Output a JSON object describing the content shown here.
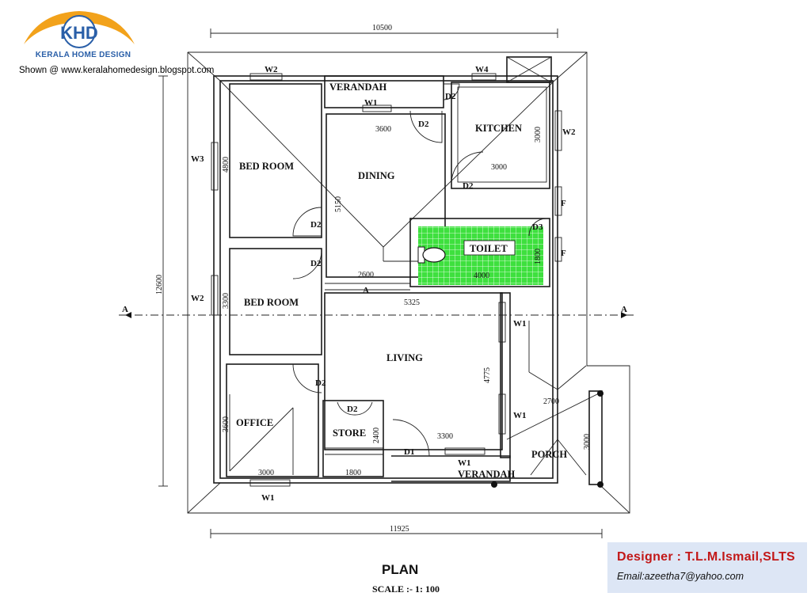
{
  "header": {
    "logo_letters": "KHD",
    "logo_subtitle": "KERALA HOME DESIGN",
    "shown_at": "Shown @  www.keralahomedesign.blogspot.com"
  },
  "rooms": {
    "verandah_top": "VERANDAH",
    "kitchen": "KITCHEN",
    "bed_room_1": "BED ROOM",
    "dining": "DINING",
    "toilet": "TOILET",
    "bed_room_2": "BED ROOM",
    "living": "LIVING",
    "office": "OFFICE",
    "store": "STORE",
    "porch": "PORCH",
    "verandah_bottom": "VERANDAH"
  },
  "dimensions": {
    "overall_top": "10500",
    "overall_bottom": "11925",
    "overall_left": "12600",
    "bed1_height": "4800",
    "bed2_height": "3300",
    "office_height": "3600",
    "office_width": "3000",
    "store_width": "1800",
    "store_height": "2400",
    "dining_width": "3600",
    "dining_height": "5150",
    "dining_bottom": "2600",
    "kitchen_width": "3000",
    "kitchen_height": "3000",
    "toilet_width": "4000",
    "toilet_height": "1800",
    "living_width_top": "5325",
    "living_width_bottom": "3300",
    "living_height": "4775",
    "porch_width": "2700",
    "porch_height": "3000"
  },
  "labels": {
    "w1_a": "W1",
    "w1_b": "W1",
    "w1_c": "W1",
    "w1_d": "W1",
    "w1_e": "W1",
    "w2_a": "W2",
    "w2_b": "W2",
    "w2_c": "W2",
    "w3": "W3",
    "w4": "W4",
    "d1": "D1",
    "d2_a": "D2",
    "d2_b": "D2",
    "d2_c": "D2",
    "d2_d": "D2",
    "d2_e": "D2",
    "d2_f": "D2",
    "d2_g": "D2",
    "d3": "D3",
    "f_a": "F",
    "f_b": "F",
    "sec_a_left": "A",
    "sec_a_right": "A",
    "sec_a_mid": "A"
  },
  "footer": {
    "plan_title": "PLAN",
    "scale": "SCALE :-  1: 100",
    "designer": "Designer : T.L.M.Ismail,SLTS",
    "email": "Email:azeetha7@yahoo.com"
  },
  "colors": {
    "toilet_tile": "#3ee03e",
    "logo_orange": "#f2a21b",
    "logo_blue": "#2a5fa8",
    "designer_name": "#c21818",
    "designer_panel": "#dde6f5"
  }
}
